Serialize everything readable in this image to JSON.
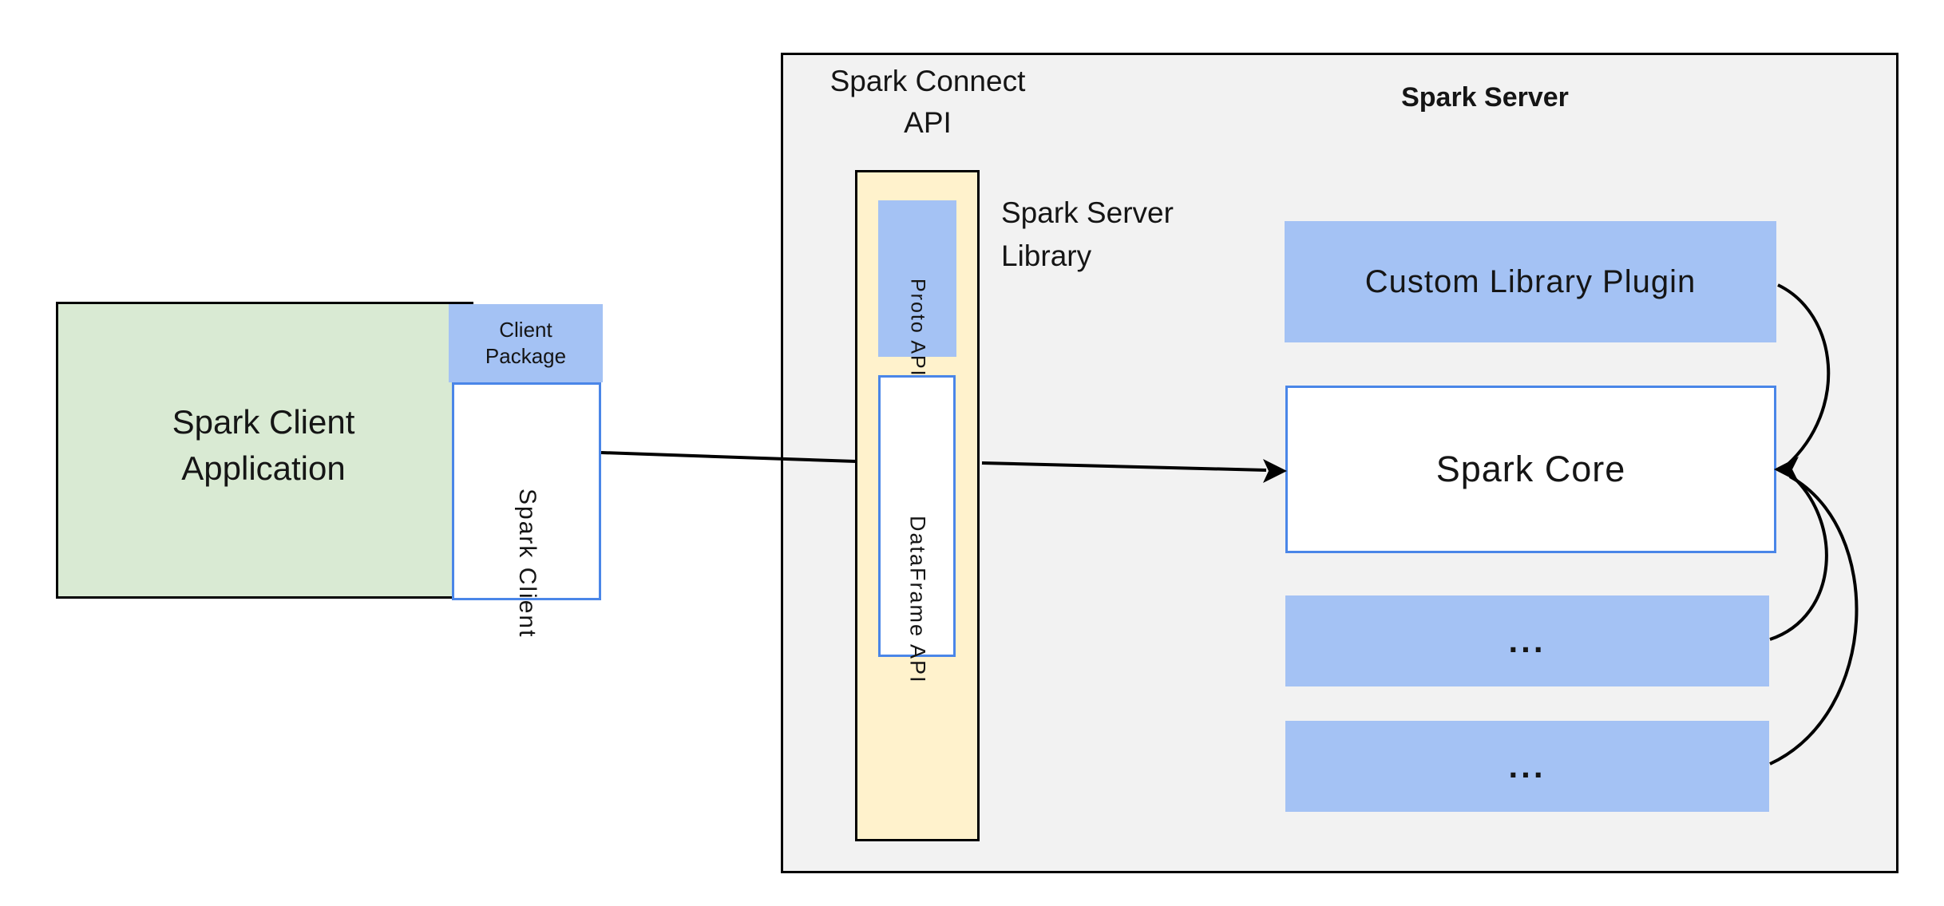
{
  "diagram": {
    "spark_client_application": "Spark Client Application",
    "client_package": "Client Package",
    "spark_client": "Spark Client",
    "spark_connect_api": "Spark Connect API",
    "spark_server_library": "Spark Server Library",
    "proto_api": "Proto API",
    "dataframe_api": "DataFrame API",
    "spark_server_title": "Spark Server",
    "custom_library_plugin": "Custom Library Plugin",
    "spark_core": "Spark Core",
    "plugin_more_1": "...",
    "plugin_more_2": "..."
  },
  "colors": {
    "green_fill": "#d9ead3",
    "blue_fill": "#a4c2f4",
    "blue_border": "#4a86e8",
    "cream_fill": "#fff2cc",
    "gray_fill": "#f2f2f2",
    "line_color": "#000000",
    "text_color": "#151515"
  }
}
